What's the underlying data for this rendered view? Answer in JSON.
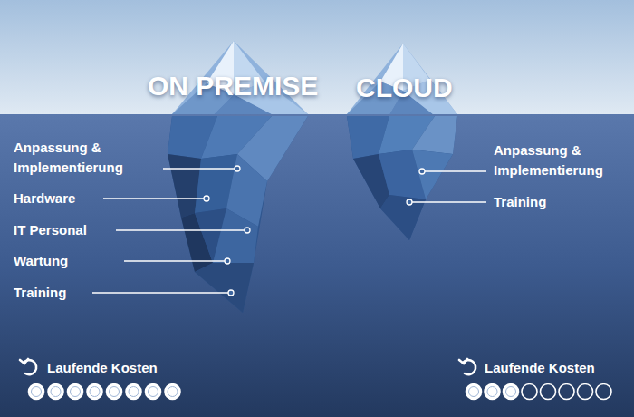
{
  "diagram": {
    "labels": [
      "ON PREMISE",
      "CLOUD",
      "Anpassung & Implementierung",
      "Hardware",
      "IT Personal",
      "Wartung",
      "Training",
      "Anpassung & Implementierung",
      "Training",
      "Laufende Kosten",
      "Laufende Kosten"
    ]
  }
}
